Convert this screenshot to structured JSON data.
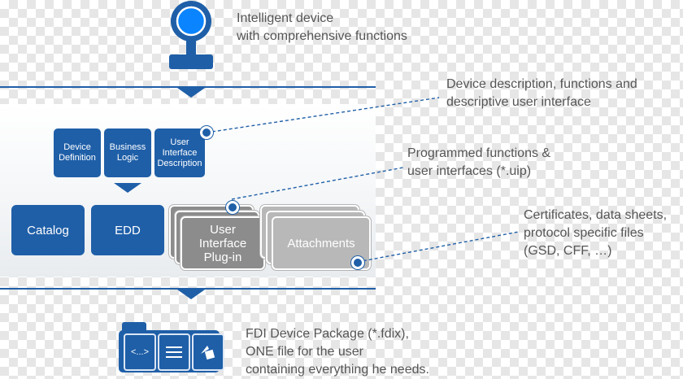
{
  "top_device": {
    "caption_line1": "Intelligent device",
    "caption_line2": "with comprehensive functions"
  },
  "description": {
    "line1": "Device description, functions and",
    "line2": "descriptive user interface",
    "boxes": [
      "Device Definition",
      "Business Logic",
      "User Interface Description"
    ]
  },
  "programmed": {
    "line1": "Programmed functions &",
    "line2": "user interfaces (*.uip)"
  },
  "components": {
    "catalog": "Catalog",
    "edd": "EDD",
    "ui_plugin": "User Interface Plug-in",
    "attachments": "Attachments"
  },
  "certificates": {
    "line1": "Certificates, data sheets,",
    "line2": "protocol specific files",
    "line3": "(GSD, CFF, …)"
  },
  "package": {
    "line1": "FDI Device Package (*.fdix),",
    "line2": "ONE file for the user",
    "line3": "containing everything he needs.",
    "code_glyph": "<...>"
  },
  "colors": {
    "primary_blue": "#1f5fa8",
    "grey_card": "#8c8c8c",
    "text": "#555555"
  },
  "icons": [
    "device-icon",
    "code-icon",
    "list-icon",
    "shapes-icon"
  ]
}
